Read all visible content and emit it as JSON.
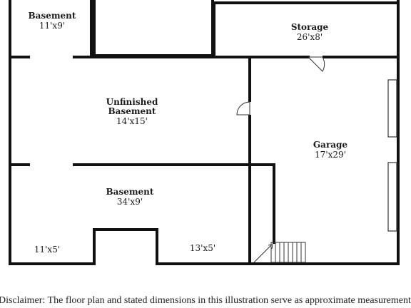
{
  "rooms": {
    "basement_top": {
      "name": "Basement",
      "dims": "11'x9'"
    },
    "storage": {
      "name": "Storage",
      "dims": "26'x8'"
    },
    "unfinished": {
      "name_line1": "Unfinished",
      "name_line2": "Basement",
      "dims": "14'x15'"
    },
    "garage": {
      "name": "Garage",
      "dims": "17'x29'"
    },
    "basement_bottom": {
      "name": "Basement",
      "dims": "34'x9'"
    },
    "left_nook": {
      "dims": "11'x5'"
    },
    "right_nook": {
      "dims": "13'x5'"
    }
  },
  "disclaimer": "Disclaimer: The floor plan and stated dimensions in this illustration serve as approximate measurements",
  "colors": {
    "wall": "#111111",
    "thin_line": "#333333",
    "background": "#ffffff"
  }
}
